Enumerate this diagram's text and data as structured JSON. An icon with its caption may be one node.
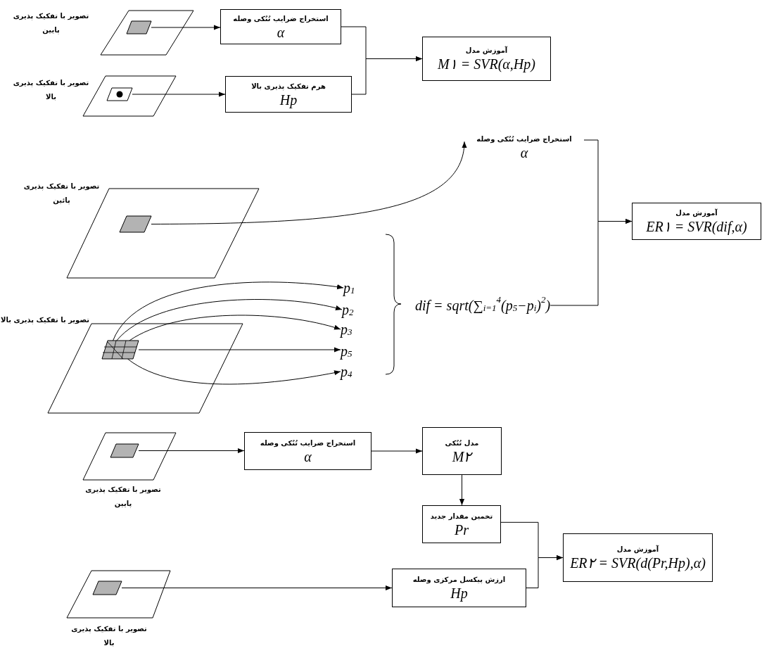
{
  "diagram": {
    "nodes": [
      {
        "text": [
          "تصویر با تفکیک پذیری پایین"
        ]
      },
      {
        "text": [],
        "shape": "box",
        "in": 0
      },
      {
        "text": [
          "تصویر با تفکیک پذیری بالا"
        ]
      },
      {
        "text": [],
        "shape": "box",
        "in": 2
      },
      {
        "text": [
          "استخراج ضرایب تُنُکی وصله",
          "α"
        ]
      },
      {
        "text": [
          "هرم تفکیک پذیری بالا",
          "Hp"
        ]
      },
      {
        "text": [
          "آموزش مدل",
          "M۱ = SVR(α,Hp)"
        ]
      },
      {
        "text": [
          "تصویر با تفکیک پذیری پائین"
        ]
      },
      {
        "text": [],
        "shape": "box",
        "in": 7
      },
      {
        "text": [
          "استخراج ضرایب تُنُکی وصله",
          "α"
        ]
      },
      {
        "text": [
          "تصویر با تفکیک پذیری بالا"
        ]
      },
      {
        "text": [],
        "shape": "box",
        "in": 10
      },
      {
        "text": [
          "p$_{1}$"
        ]
      },
      {
        "text": [
          "p$_{2}$"
        ]
      },
      {
        "text": [
          "p$_{3}$"
        ]
      },
      {
        "text": [
          "p$_{5}$"
        ]
      },
      {
        "text": [
          "p$_{4}$"
        ]
      },
      {
        "text": [
          "dif = sqrt(∑$_{i=1}$$^{4}$(p$_{5}$−p$_{i}$)$^{2}$)"
        ]
      },
      {
        "text": [
          "آموزش مدل",
          "ER۱ = SVR(dif,α)"
        ]
      },
      {
        "text": [
          "تصویر با تفکیک پذیری پایین"
        ]
      },
      {
        "text": [],
        "shape": "box",
        "in": 19
      },
      {
        "text": [
          "استخراج ضرایب تُنُکی وصله",
          "α"
        ]
      },
      {
        "text": [
          "مدل تُنُکی",
          "M۲"
        ]
      },
      {
        "text": [
          "تخمین مقدار جدید",
          "Pr"
        ]
      },
      {
        "text": [
          "تصویر با تفکیک پذیری بالا"
        ]
      },
      {
        "text": [],
        "shape": "box",
        "in": 24
      },
      {
        "text": [
          "ارزش پیکسل مرکزی وصله",
          "Hp"
        ]
      },
      {
        "text": [
          "آموزش مدل",
          "ER۲ = SVR(d(Pr,Hp),α)"
        ]
      }
    ],
    "edges": [
      {
        "from": 1,
        "to": 4,
        "arrow": "to"
      },
      {
        "from": 3,
        "to": 5,
        "arrow": "to"
      },
      {
        "from": 4,
        "to": 6,
        "arrow": "to"
      },
      {
        "from": 5,
        "to": 6,
        "arrow": "to"
      },
      {
        "from": 8,
        "to": 9,
        "arrow": "to"
      },
      {
        "from": 11,
        "to": 12,
        "arrow": "to"
      },
      {
        "from": 11,
        "to": 13,
        "arrow": "to"
      },
      {
        "from": 11,
        "to": 14,
        "arrow": "to"
      },
      {
        "from": 11,
        "to": 15,
        "arrow": "to"
      },
      {
        "from": 11,
        "to": 16,
        "arrow": "to"
      },
      {
        "from": 9,
        "to": 18,
        "arrow": "to"
      },
      {
        "from": 17,
        "to": 18,
        "arrow": "to"
      },
      {
        "from": 20,
        "to": 21,
        "arrow": "to"
      },
      {
        "from": 21,
        "to": 22,
        "arrow": "to"
      },
      {
        "from": 22,
        "to": 23,
        "arrow": "to"
      },
      {
        "from": 23,
        "to": 27,
        "arrow": "to"
      },
      {
        "from": 25,
        "to": 26,
        "arrow": "to"
      },
      {
        "from": 26,
        "to": 27,
        "arrow": "to"
      }
    ]
  }
}
